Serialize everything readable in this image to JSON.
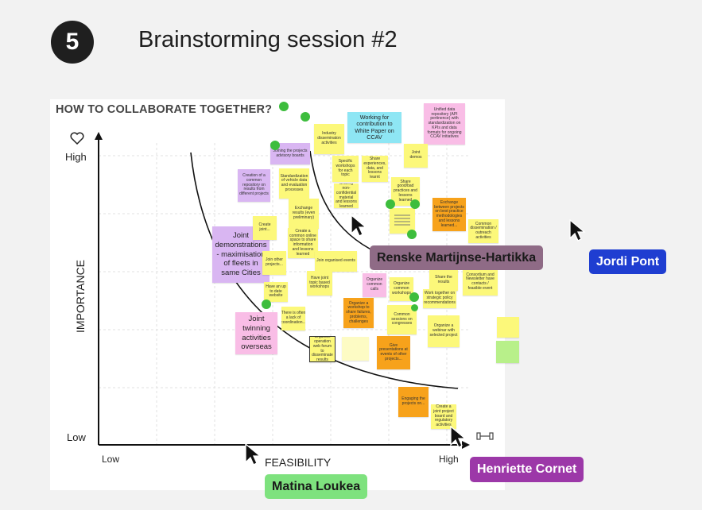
{
  "header": {
    "step_number": "5",
    "title": "Brainstorming session #2"
  },
  "board": {
    "title": "HOW TO COLLABORATE TOGETHER?",
    "y_axis": {
      "label": "IMPORTANCE",
      "high": "High",
      "low": "Low",
      "icon": "heart-icon"
    },
    "x_axis": {
      "label": "FEASIBILITY",
      "low": "Low",
      "high": "High",
      "icon": "dumbbell-icon"
    }
  },
  "colors": {
    "yellow": "#fcf87a",
    "lilac": "#d9b6f2",
    "pink": "#f9bde6",
    "cyan": "#8ee6f4",
    "orange": "#f7a21b",
    "green_dot": "#3dbd3d"
  },
  "notes": [
    {
      "text": "Joint demonstrations - maximisation of fleets in same Cities",
      "color": "lilac",
      "size": "big"
    },
    {
      "text": "Joint twinning activities overseas",
      "color": "pink",
      "size": "big"
    },
    {
      "text": "Working for contribution to White Paper on CCAV",
      "color": "cyan",
      "size": "mid"
    },
    {
      "text": "Unified data repository (API pertinence) with standardization on KPIs and data formats for ongoing CCAV initiatives",
      "color": "pink",
      "size": "small"
    },
    {
      "text": "Joining the projects advisory boards",
      "color": "lilac",
      "size": "small"
    },
    {
      "text": "Creation of a common repository on results from different projects",
      "color": "lilac",
      "size": "small"
    },
    {
      "text": "Industry disseminaton activities",
      "color": "yellow",
      "size": "small"
    },
    {
      "text": "Joint demos",
      "color": "yellow",
      "size": "small"
    },
    {
      "text": "Standardization of vehicle data and evaluation processes",
      "color": "yellow",
      "size": "small"
    },
    {
      "text": "Specific workshops for each topic",
      "color": "yellow",
      "size": "small"
    },
    {
      "text": "Share experiences, data, and lessons learnt",
      "color": "yellow",
      "size": "small"
    },
    {
      "text": "Share good/bad practices and lessons learned",
      "color": "yellow",
      "size": "small"
    },
    {
      "text": "Sharing non-confidential material and lessons learned",
      "color": "yellow",
      "size": "small"
    },
    {
      "text": "Exchange results (even preliminary)",
      "color": "yellow",
      "size": "small"
    },
    {
      "text": "Create a common online space to share information and lessons learned",
      "color": "yellow",
      "size": "small"
    },
    {
      "text": "Create joint...",
      "color": "yellow",
      "size": "small"
    },
    {
      "text": "Exchange between projects on best practice methodologies and lessons learned...",
      "color": "orange",
      "size": "small"
    },
    {
      "text": "Common dissemination / outreach activities",
      "color": "yellow",
      "size": "small"
    },
    {
      "text": "Join organised events",
      "color": "yellow",
      "size": "small"
    },
    {
      "text": "Have joint topic based workshops",
      "color": "yellow",
      "size": "small"
    },
    {
      "text": "Join other projects...",
      "color": "yellow",
      "size": "small"
    },
    {
      "text": "Organize common calls",
      "color": "pink",
      "size": "small"
    },
    {
      "text": "Organize common workshops",
      "color": "yellow",
      "size": "small"
    },
    {
      "text": "Share the results",
      "color": "yellow",
      "size": "small"
    },
    {
      "text": "Consortium and Newsletter have contacts / feasible event",
      "color": "yellow",
      "size": "small"
    },
    {
      "text": "Have an up to date website",
      "color": "yellow",
      "size": "small"
    },
    {
      "text": "Organize a workshop to share failures, problems, challenges",
      "color": "orange",
      "size": "small"
    },
    {
      "text": "Common sessions on congresses",
      "color": "yellow",
      "size": "small"
    },
    {
      "text": "Organize a webinar with selected project",
      "color": "yellow",
      "size": "small"
    },
    {
      "text": "Work together on strategic policy recommendations",
      "color": "yellow",
      "size": "small"
    },
    {
      "text": "Organize operation web forum to disseminate results",
      "color": "yellow",
      "size": "small"
    },
    {
      "text": "There is often a lack of coordination...",
      "color": "yellow",
      "size": "small"
    },
    {
      "text": "Give presentations at events of other projects...",
      "color": "orange",
      "size": "small"
    },
    {
      "text": "Engaging the projects on...",
      "color": "orange",
      "size": "small"
    },
    {
      "text": "Create a joint project board and regulatory activities",
      "color": "yellow",
      "size": "small"
    }
  ],
  "collaborators": [
    {
      "name": "Renske Martijnse-Hartikka",
      "color": "#8f6b86",
      "text_color": "#1a1a1a"
    },
    {
      "name": "Jordi Pont",
      "color": "#1f3ed1",
      "text_color": "#ffffff"
    },
    {
      "name": "Matina Loukea",
      "color": "#7ee27e",
      "text_color": "#1a1a1a"
    },
    {
      "name": "Henriette Cornet",
      "color": "#9c38a8",
      "text_color": "#ffffff"
    }
  ]
}
